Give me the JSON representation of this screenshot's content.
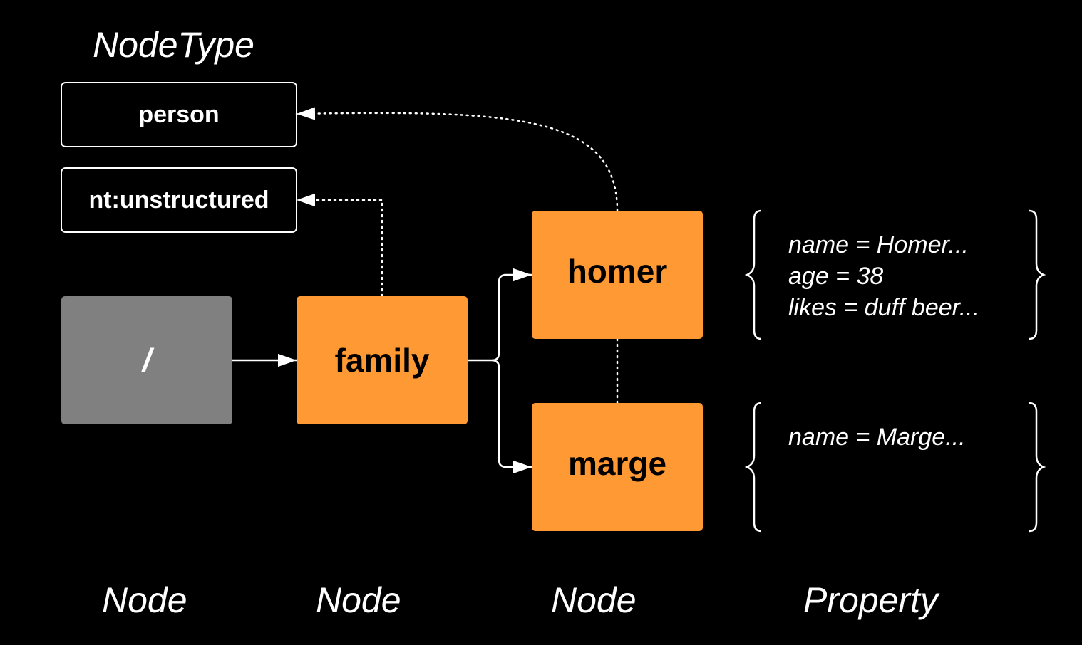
{
  "header": {
    "title": "NodeType"
  },
  "node_types": {
    "person": "person",
    "unstructured": "nt:unstructured"
  },
  "nodes": {
    "root": "/",
    "family": "family",
    "homer": "homer",
    "marge": "marge"
  },
  "properties": {
    "homer": [
      "name = Homer...",
      "age = 38",
      "likes = duff beer..."
    ],
    "marge": [
      "name = Marge..."
    ]
  },
  "column_labels": {
    "node1": "Node",
    "node2": "Node",
    "node3": "Node",
    "property": "Property"
  },
  "colors": {
    "background": "#000000",
    "node_fill": "#ff9933",
    "root_fill": "#808080",
    "line": "#ffffff"
  }
}
